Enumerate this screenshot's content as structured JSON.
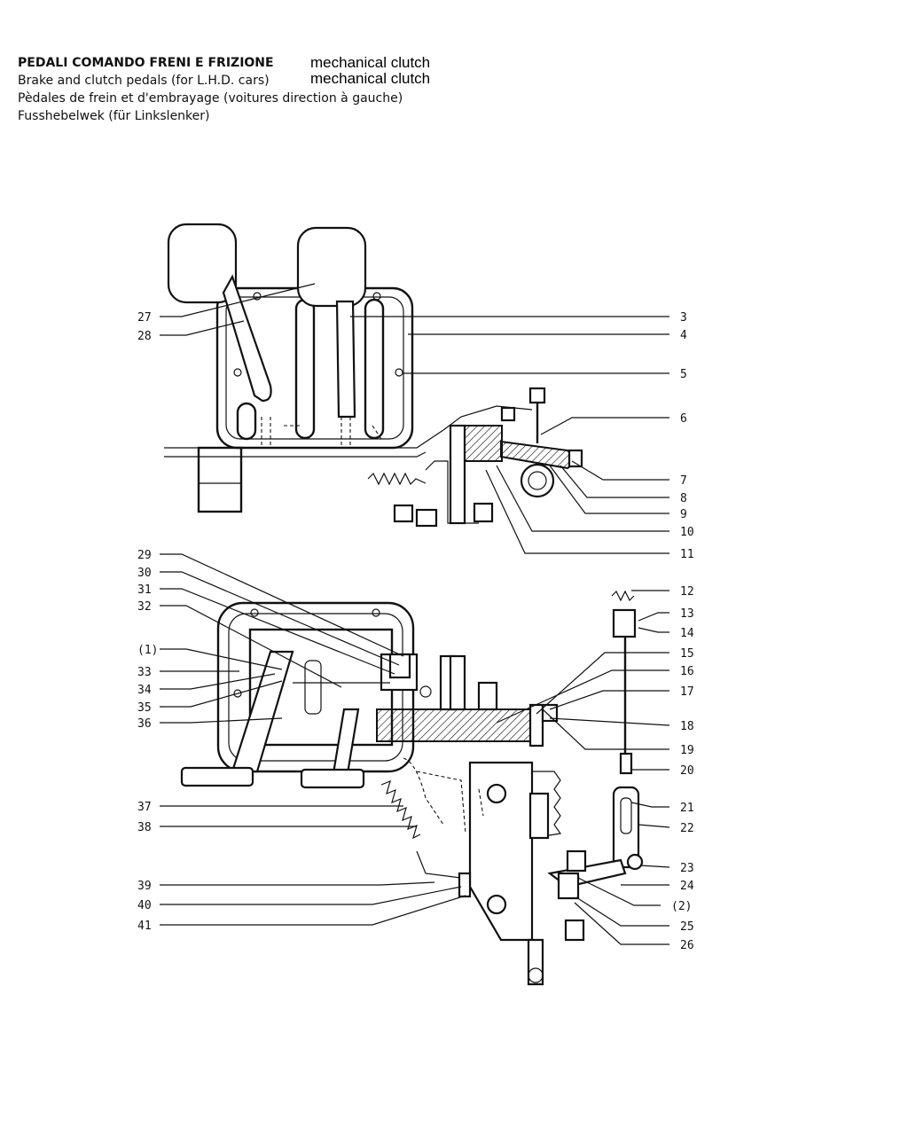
{
  "header": {
    "title_it": "PEDALI COMANDO FRENI E FRIZIONE",
    "title_en": "Brake and clutch pedals (for L.H.D. cars)",
    "title_fr": "Pèdales de frein et d'embrayage (voitures direction à gauche)",
    "title_de": "Fusshebelwek (für Linkslenker)",
    "badge_1": "mechanical clutch",
    "badge_2": "mechanical clutch"
  },
  "callouts": {
    "c3": "3",
    "c4": "4",
    "c5": "5",
    "c6": "6",
    "c7": "7",
    "c8": "8",
    "c9": "9",
    "c10": "10",
    "c11": "11",
    "c12": "12",
    "c13": "13",
    "c14": "14",
    "c15": "15",
    "c16": "16",
    "c17": "17",
    "c18": "18",
    "c19": "19",
    "c20": "20",
    "c21": "21",
    "c22": "22",
    "c23": "23",
    "c24": "24",
    "c2": "(2)",
    "c25": "25",
    "c26": "26",
    "c27": "27",
    "c28": "28",
    "c29": "29",
    "c30": "30",
    "c31": "31",
    "c32": "32",
    "c1": "(1)",
    "c33": "33",
    "c34": "34",
    "c35": "35",
    "c36": "36",
    "c37": "37",
    "c38": "38",
    "c39": "39",
    "c40": "40",
    "c41": "41"
  }
}
